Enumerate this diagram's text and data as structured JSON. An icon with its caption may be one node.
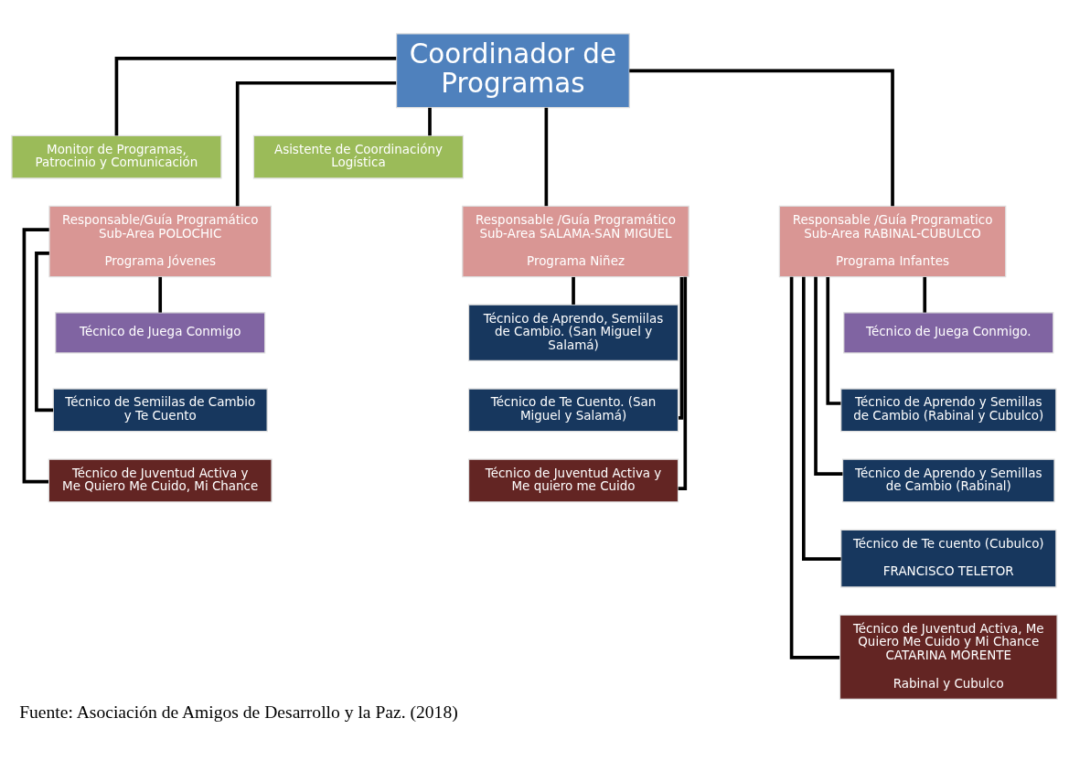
{
  "diagram": {
    "caption": "Fuente: Asociación de Amigos de Desarrollo y la Paz. (2018)",
    "nodes": [
      {
        "text": [
          "Coordinador de Programas"
        ]
      },
      {
        "text": [
          "Monitor de Programas, Patrocinio y Comunicación"
        ]
      },
      {
        "text": [
          "Asistente de Coordinacióny Logística"
        ]
      },
      {
        "text": [
          "Responsable/Guía Programático Sub-Area POLOCHIC",
          "Programa Jóvenes"
        ]
      },
      {
        "text": [
          "Responsable /Guía Programático Sub-Area SALAMA-SAN MIGUEL",
          "Programa Niñez"
        ]
      },
      {
        "text": [
          "Responsable /Guía Programatico Sub-Area RABINAL-CUBULCO",
          "Programa Infantes"
        ]
      },
      {
        "text": [
          "Técnico de Juega Conmigo"
        ]
      },
      {
        "text": [
          "Técnico de Semiilas de Cambio y Te Cuento"
        ]
      },
      {
        "text": [
          "Técnico de Juventud Activa y Me Quiero Me Cuido, Mi Chance"
        ]
      },
      {
        "text": [
          "Técnico de Aprendo, Semiilas de Cambio. (San Miguel y Salamá)"
        ]
      },
      {
        "text": [
          "Técnico de Te Cuento. (San Miguel y Salamá)"
        ]
      },
      {
        "text": [
          "Técnico de Juventud Activa y Me quiero me Cuido"
        ]
      },
      {
        "text": [
          "Técnico de Juega Conmigo."
        ]
      },
      {
        "text": [
          "Técnico de Aprendo y Semillas de Cambio (Rabinal y Cubulco)"
        ]
      },
      {
        "text": [
          "Técnico de Aprendo y Semillas de Cambio (Rabinal)"
        ]
      },
      {
        "text": [
          "Técnico de Te cuento (Cubulco)",
          "FRANCISCO TELETOR"
        ]
      },
      {
        "text": [
          "Técnico de Juventud Activa, Me Quiero Me Cuido y Mi Chance CATARINA MORENTE",
          "Rabinal y Cubulco"
        ]
      }
    ],
    "edges": [
      {
        "from": 0,
        "to": 1,
        "arrow": "none"
      },
      {
        "from": 0,
        "to": 2,
        "arrow": "none"
      },
      {
        "from": 0,
        "to": 3,
        "arrow": "none"
      },
      {
        "from": 0,
        "to": 4,
        "arrow": "none"
      },
      {
        "from": 0,
        "to": 5,
        "arrow": "none"
      },
      {
        "from": 3,
        "to": 6,
        "arrow": "none"
      },
      {
        "from": 3,
        "to": 7,
        "arrow": "none"
      },
      {
        "from": 3,
        "to": 8,
        "arrow": "none"
      },
      {
        "from": 4,
        "to": 9,
        "arrow": "none"
      },
      {
        "from": 4,
        "to": 10,
        "arrow": "none"
      },
      {
        "from": 4,
        "to": 11,
        "arrow": "none"
      },
      {
        "from": 5,
        "to": 12,
        "arrow": "none"
      },
      {
        "from": 5,
        "to": 13,
        "arrow": "none"
      },
      {
        "from": 5,
        "to": 14,
        "arrow": "none"
      },
      {
        "from": 5,
        "to": 15,
        "arrow": "none"
      },
      {
        "from": 5,
        "to": 16,
        "arrow": "none"
      }
    ]
  }
}
